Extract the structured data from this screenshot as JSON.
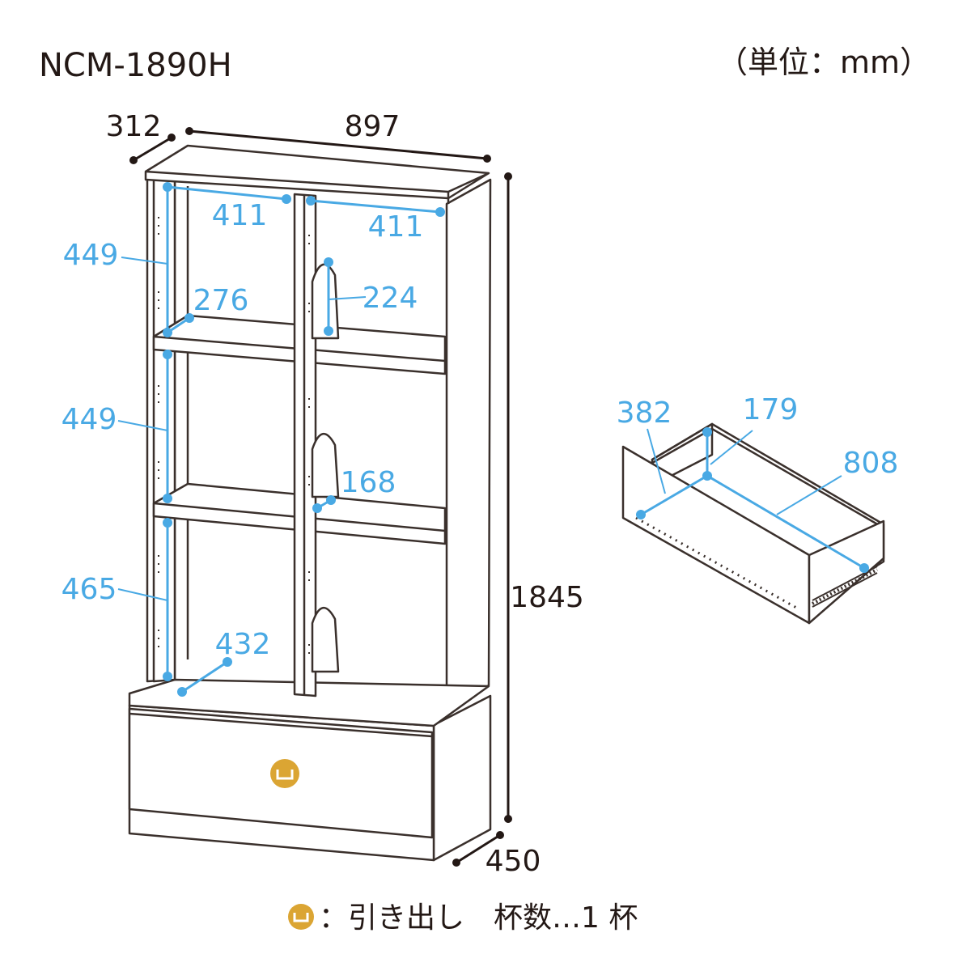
{
  "header": {
    "model": "NCM-1890H",
    "unit": "（単位：mm）"
  },
  "dimensions": {
    "depth_top": "312",
    "width": "897",
    "height": "1845",
    "depth_bottom": "450",
    "shelf_inner_width_left": "411",
    "shelf_inner_width_right": "411",
    "upper_section_height": "449",
    "middle_section_height": "449",
    "lower_section_height": "465",
    "shelf_depth": "276",
    "upper_opening_height": "224",
    "opening_width": "168",
    "base_depth": "432"
  },
  "drawer": {
    "depth": "382",
    "height": "179",
    "width": "808"
  },
  "legend": {
    "drawer_label": "：引き出し　杯数…1 杯"
  },
  "colors": {
    "line": "#3a302c",
    "blue_dimension": "#49a9e4",
    "black_dimension": "#231815",
    "handle_gold": "#dba533"
  }
}
